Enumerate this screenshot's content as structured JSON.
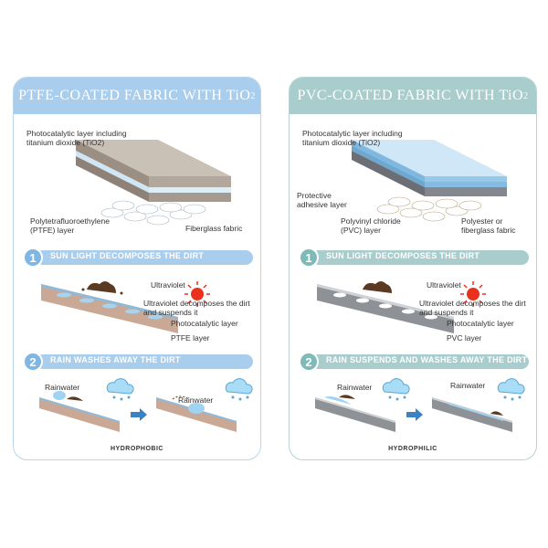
{
  "left": {
    "title_main": "PTFE-COATED FABRIC WITH TiO",
    "title_sub": "2",
    "fabric_labels": {
      "photo_1": "Photocatalytic layer including",
      "photo_2": "titanium dioxide (TiO2)",
      "base_1": "Polytetrafluoroethylene",
      "base_2": "(PTFE) layer",
      "fiber": "Fiberglass fabric"
    },
    "step1": {
      "num": "1",
      "text": "SUN LIGHT DECOMPOSES THE DIRT"
    },
    "step1_labels": {
      "uv": "Ultraviolet",
      "decomp_1": "Ultraviolet decomposes the dirt",
      "decomp_2": "and suspends it",
      "photo": "Photocatalytic layer",
      "base": "PTFE  layer"
    },
    "step2": {
      "num": "2",
      "text": "RAIN WASHES AWAY THE DIRT"
    },
    "step2_labels": {
      "rain_a": "Rainwater",
      "rain_b": "Rainwater"
    },
    "footer": "HYDROPHOBIC"
  },
  "right": {
    "title_main": "PVC-COATED FABRIC WITH TiO",
    "title_sub": "2",
    "fabric_labels": {
      "photo_1": "Photocatalytic layer including",
      "photo_2": "titanium dioxide (TiO2)",
      "prot_1": "Protective",
      "prot_2": "adhesive layer",
      "base_1": "Polyvinyl chloride",
      "base_2": "(PVC) layer",
      "fiber_1": "Polyester or",
      "fiber_2": "fiberglass fabric"
    },
    "step1": {
      "num": "1",
      "text": "SUN LIGHT DECOMPOSES THE DIRT"
    },
    "step1_labels": {
      "uv": "Ultraviolet",
      "decomp_1": "Ultraviolet decomposes the dirt",
      "decomp_2": "and suspends it",
      "photo": "Photocatalytic layer",
      "base": "PVC layer"
    },
    "step2": {
      "num": "2",
      "text": "RAIN SUSPENDS AND WASHES AWAY THE DIRT"
    },
    "step2_labels": {
      "rain_a": "Rainwater",
      "rain_b": "Rainwater"
    },
    "footer": "HYDROPHILIC"
  },
  "colors": {
    "left_accent": "#a9cdec",
    "right_accent": "#a8cdcc",
    "sun": "#e8321e",
    "dirt": "#5a3a22",
    "water": "#7cc4ea"
  },
  "icons": [
    "sun-icon",
    "cloud-rain-icon",
    "arrow-right-icon",
    "water-drop-icon"
  ]
}
